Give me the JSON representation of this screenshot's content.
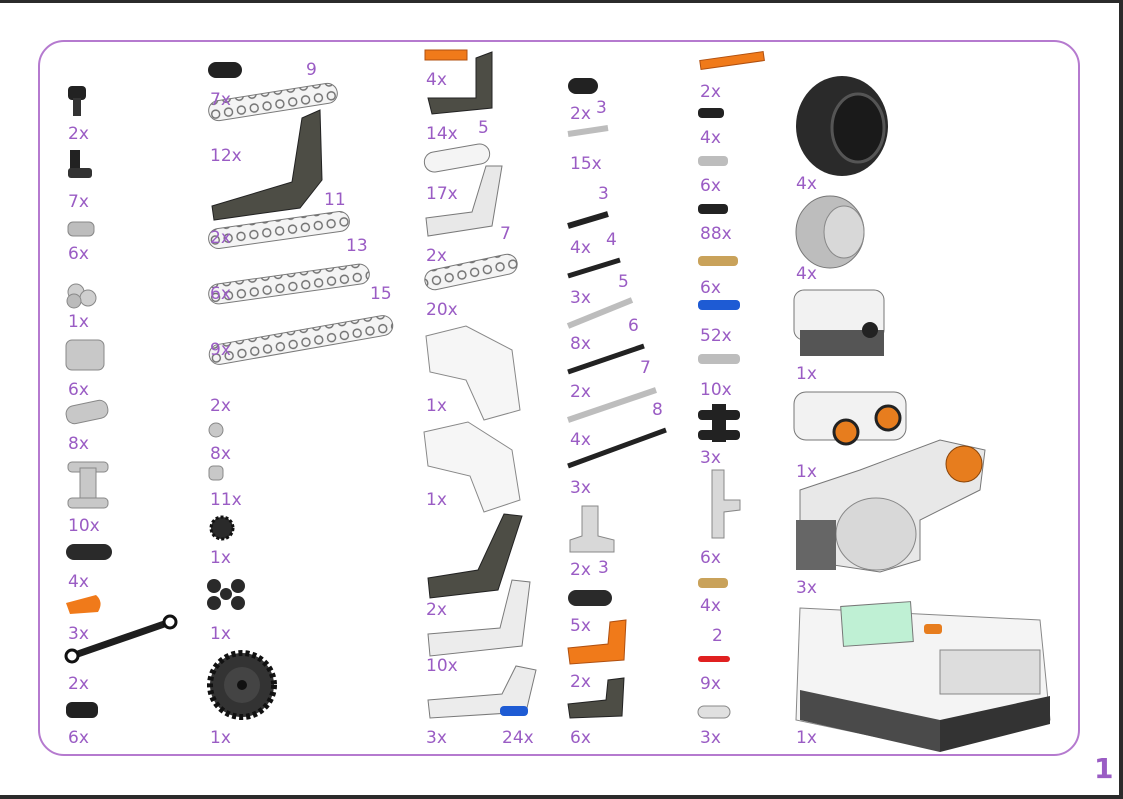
{
  "page_number": "1",
  "colors": {
    "label": "#9a5cc4",
    "frame": "#b57acf"
  },
  "parts": [
    {
      "qty": "2x",
      "name": "black-pin-connector"
    },
    {
      "qty": "7x",
      "name": "black-angle-connector"
    },
    {
      "qty": "6x",
      "name": "gray-cross-block"
    },
    {
      "qty": "1x",
      "name": "gray-double-block"
    },
    {
      "qty": "6x",
      "name": "gray-triple-block"
    },
    {
      "qty": "8x",
      "name": "gray-cross-beam"
    },
    {
      "qty": "10x",
      "name": "gray-h-frame"
    },
    {
      "qty": "4x",
      "name": "black-double-connector"
    },
    {
      "qty": "3x",
      "name": "orange-panel"
    },
    {
      "qty": "2x",
      "name": "black-link"
    },
    {
      "qty": "6x",
      "name": "black-small-connector"
    },
    {
      "qty": "7x",
      "name": "black-thin-liftarm"
    },
    {
      "qty": "12x",
      "name": "white-beam-9"
    },
    {
      "qty": "2x",
      "name": "dark-bent-beam"
    },
    {
      "qty": "6x",
      "name": "white-beam-11"
    },
    {
      "qty": "9x",
      "name": "white-beam-13"
    },
    {
      "qty": "2x",
      "name": "white-beam-15"
    },
    {
      "qty": "8x",
      "name": "gray-bush"
    },
    {
      "qty": "11x",
      "name": "gray-half-bush"
    },
    {
      "qty": "1x",
      "name": "black-gear-12"
    },
    {
      "qty": "1x",
      "name": "black-knob-wheel"
    },
    {
      "qty": "1x",
      "name": "black-gear-36"
    },
    {
      "qty": "4x",
      "name": "orange-sticker"
    },
    {
      "qty": "14x",
      "name": "dark-l-beam"
    },
    {
      "qty": "17x",
      "name": "white-beam-5"
    },
    {
      "qty": "2x",
      "name": "white-bent-beam"
    },
    {
      "qty": "20x",
      "name": "white-beam-7"
    },
    {
      "qty": "1x",
      "name": "white-panel-left"
    },
    {
      "qty": "1x",
      "name": "white-panel-right"
    },
    {
      "qty": "2x",
      "name": "dark-bent-beam-long"
    },
    {
      "qty": "10x",
      "name": "white-l-frame"
    },
    {
      "qty": "3x",
      "name": "white-long-beam"
    },
    {
      "qty": "24x",
      "name": "blue-pin"
    },
    {
      "qty": "2x",
      "name": "black-cam"
    },
    {
      "qty": "15x",
      "name": "gray-axle-3"
    },
    {
      "qty": "4x",
      "name": "black-axle-3"
    },
    {
      "qty": "3x",
      "name": "black-axle-4"
    },
    {
      "qty": "8x",
      "name": "gray-axle-5"
    },
    {
      "qty": "2x",
      "name": "black-axle-6"
    },
    {
      "qty": "4x",
      "name": "gray-axle-7"
    },
    {
      "qty": "3x",
      "name": "black-axle-8"
    },
    {
      "qty": "2x",
      "name": "gray-perpendicular-connector"
    },
    {
      "qty": "5x",
      "name": "black-beam-3"
    },
    {
      "qty": "2x",
      "name": "orange-l-beam"
    },
    {
      "qty": "6x",
      "name": "dark-small-l-beam"
    },
    {
      "qty": "2x",
      "name": "orange-sticker-long"
    },
    {
      "qty": "4x",
      "name": "black-pin"
    },
    {
      "qty": "6x",
      "name": "gray-pin"
    },
    {
      "qty": "88x",
      "name": "black-friction-pin"
    },
    {
      "qty": "6x",
      "name": "tan-axle-pin"
    },
    {
      "qty": "52x",
      "name": "blue-long-pin"
    },
    {
      "qty": "10x",
      "name": "gray-long-pin"
    },
    {
      "qty": "3x",
      "name": "black-h-connector"
    },
    {
      "qty": "6x",
      "name": "gray-angle-connector"
    },
    {
      "qty": "4x",
      "name": "tan-long-pin"
    },
    {
      "qty": "9x",
      "name": "red-axle-2"
    },
    {
      "qty": "3x",
      "name": "gray-tube"
    },
    {
      "qty": "4x",
      "name": "tire"
    },
    {
      "qty": "4x",
      "name": "rim"
    },
    {
      "qty": "1x",
      "name": "touch-sensor"
    },
    {
      "qty": "1x",
      "name": "ultrasonic-sensor"
    },
    {
      "qty": "3x",
      "name": "servo-motor"
    },
    {
      "qty": "1x",
      "name": "nxt-brick"
    }
  ],
  "lengths": [
    "9",
    "11",
    "13",
    "15",
    "5",
    "7",
    "3",
    "3",
    "4",
    "5",
    "6",
    "7",
    "8",
    "3",
    "2"
  ]
}
